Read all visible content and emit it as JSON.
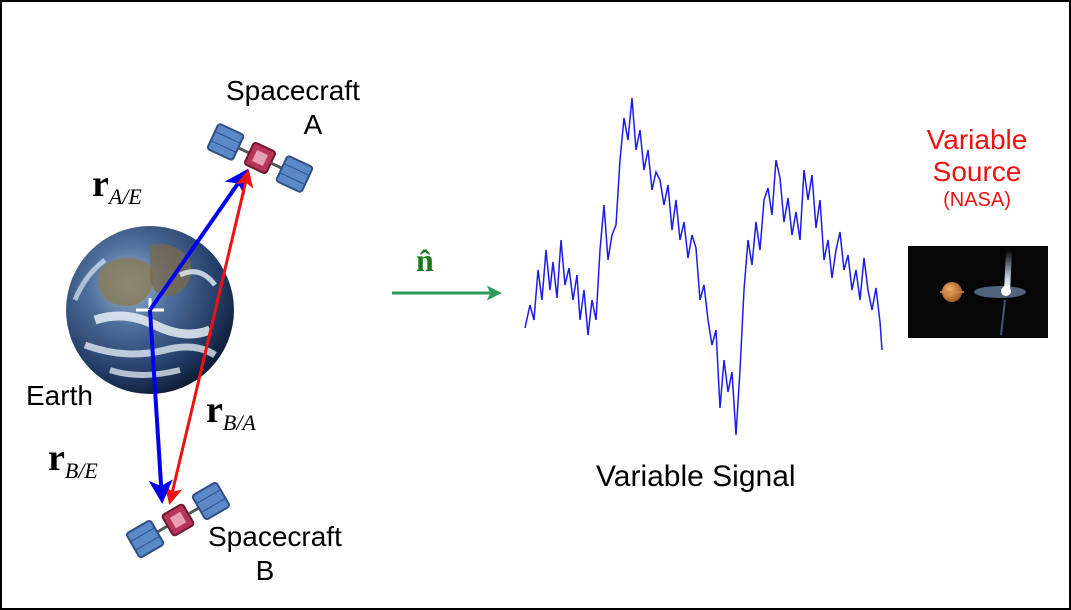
{
  "labels": {
    "spacecraft_a": [
      "Spacecraft",
      "A"
    ],
    "spacecraft_b": [
      "Spacecraft",
      "B"
    ],
    "earth": "Earth",
    "variable_source": [
      "Variable",
      "Source"
    ],
    "source_credit": "(NASA)",
    "variable_signal": "Variable Signal"
  },
  "vectors": {
    "r_AE": {
      "symbol": "r",
      "subscript": "A/E"
    },
    "r_BA": {
      "symbol": "r",
      "subscript": "B/A"
    },
    "r_BE": {
      "symbol": "r",
      "subscript": "B/E"
    },
    "n_hat": "n̂"
  },
  "colors": {
    "vector_from_earth": "#0000ee",
    "vector_between_spacecraft": "#ee1111",
    "direction_arrow": "#2e9a5a",
    "signal_line": "#1c1ce6",
    "source_label": "#ee1111",
    "n_hat": "#1a7a1a"
  },
  "icons": [
    "satellite-icon",
    "earth-globe-icon",
    "variable-source-image"
  ]
}
